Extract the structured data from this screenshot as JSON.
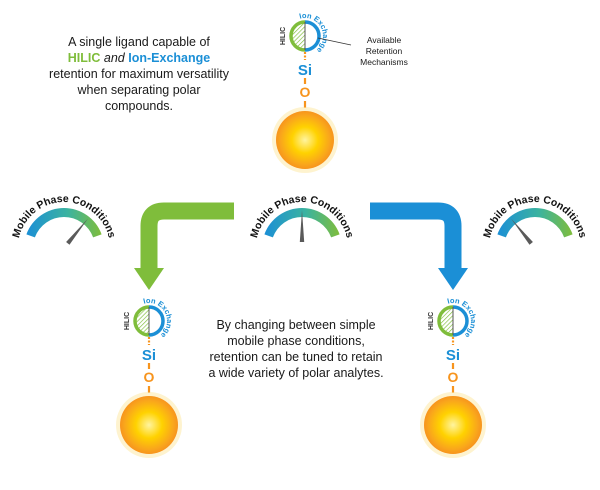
{
  "intro": {
    "pre": "A single ligand capable of",
    "hilic": "HILIC",
    "and": "and",
    "ion": "Ion-Exchange",
    "post": "retention for maximum versatility when separating polar compounds."
  },
  "available_label": "Available Retention Mechanisms",
  "ligand": {
    "hilic_label": "HILIC",
    "ion_label": "Ion Exchange",
    "si": "Si",
    "o": "O"
  },
  "gauge_title": "Mobile Phase Conditions",
  "gauges": [
    {
      "id": "left",
      "level": 0.78
    },
    {
      "id": "center",
      "level": 0.5
    },
    {
      "id": "right",
      "level": 0.22
    }
  ],
  "change_text": "By changing between simple mobile phase conditions, retention can be tuned to retain a wide variety of polar analytes.",
  "colors": {
    "hilic_green": "#7fbd3b",
    "ion_blue": "#1b8fd6",
    "si_blue": "#1b8fd6",
    "linker_orange": "#f7941d",
    "sun_core": "#ffd200",
    "sun_edge": "#f7941d"
  }
}
